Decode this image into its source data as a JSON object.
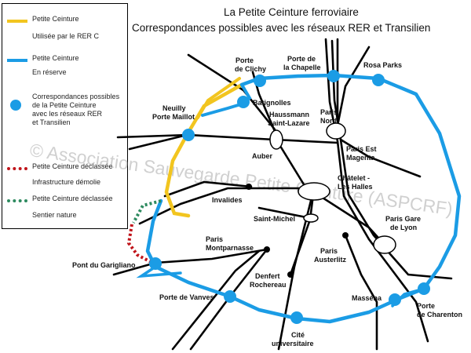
{
  "title": {
    "line1": "La Petite Ceinture ferroviaire",
    "line2": "Correspondances possibles avec les réseaux RER et Transilien"
  },
  "watermark": "© Association Sauvegarde Petite Ceinture (ASPCRF)",
  "legend": {
    "items": [
      {
        "name": "petite-ceinture-rer-c",
        "line1": "Petite Ceinture",
        "line2": "Utilisée par le RER C",
        "color": "#f2c51f",
        "kind": "line"
      },
      {
        "name": "petite-ceinture-reserve",
        "line1": "Petite Ceinture",
        "line2": "En réserve",
        "color": "#1b9ce5",
        "kind": "line"
      },
      {
        "name": "correspondances",
        "line1": "Correspondances possibles",
        "line2": "de la Petite Ceinture",
        "line3": "avec les réseaux RER",
        "line4": "et Transilien",
        "color": "#1b9ce5",
        "kind": "dot"
      },
      {
        "name": "infrastructure-demolie",
        "line1": "Petite Ceinture déclassée",
        "line2": "Infrastructure démolie",
        "color": "#c0141a",
        "kind": "dash"
      },
      {
        "name": "sentier-nature",
        "line1": "Petite Ceinture déclassée",
        "line2": "Sentier nature",
        "color": "#2d8a5f",
        "kind": "dash"
      }
    ]
  },
  "colors": {
    "rer_c": "#f2c51f",
    "reserve": "#1b9ce5",
    "demolie": "#c0141a",
    "sentier": "#2d8a5f",
    "lines": "#000000"
  },
  "stations": {
    "porte_de_clichy": {
      "line1": "Porte",
      "line2": "de Clichy"
    },
    "porte_de_la_chapelle": {
      "line1": "Porte de",
      "line2": "la Chapelle"
    },
    "rosa_parks": {
      "line1": "Rosa Parks"
    },
    "batignolles": {
      "line1": "Batignolles"
    },
    "neuilly_porte_maillot": {
      "line1": "Neuilly",
      "line2": "Porte Maillot"
    },
    "haussmann_saint_lazare": {
      "line1": "Haussmann",
      "line2": "Saint-Lazare"
    },
    "paris_nord": {
      "line1": "Paris",
      "line2": "Nord"
    },
    "paris_est": {
      "line1": "Paris Est",
      "line2": "Magenta"
    },
    "auber": {
      "line1": "Auber"
    },
    "chatelet": {
      "line1": "Châtelet -",
      "line2": "Les Halles"
    },
    "invalides": {
      "line1": "Invalides"
    },
    "saint_michel": {
      "line1": "Saint-Michel"
    },
    "gare_de_lyon": {
      "line1": "Paris Gare",
      "line2": "de Lyon"
    },
    "montparnasse": {
      "line1": "Paris",
      "line2": "Montparnasse"
    },
    "austerlitz": {
      "line1": "Paris",
      "line2": "Austerlitz"
    },
    "pont_du_garigliano": {
      "line1": "Pont du Garigliano"
    },
    "denfert": {
      "line1": "Denfert",
      "line2": "Rochereau"
    },
    "porte_de_vanves": {
      "line1": "Porte de Vanves"
    },
    "massena": {
      "line1": "Masséna"
    },
    "porte_de_charenton": {
      "line1": "Porte",
      "line2": "de Charenton"
    },
    "cite_universitaire": {
      "line1": "Cité",
      "line2": "universitaire"
    }
  }
}
